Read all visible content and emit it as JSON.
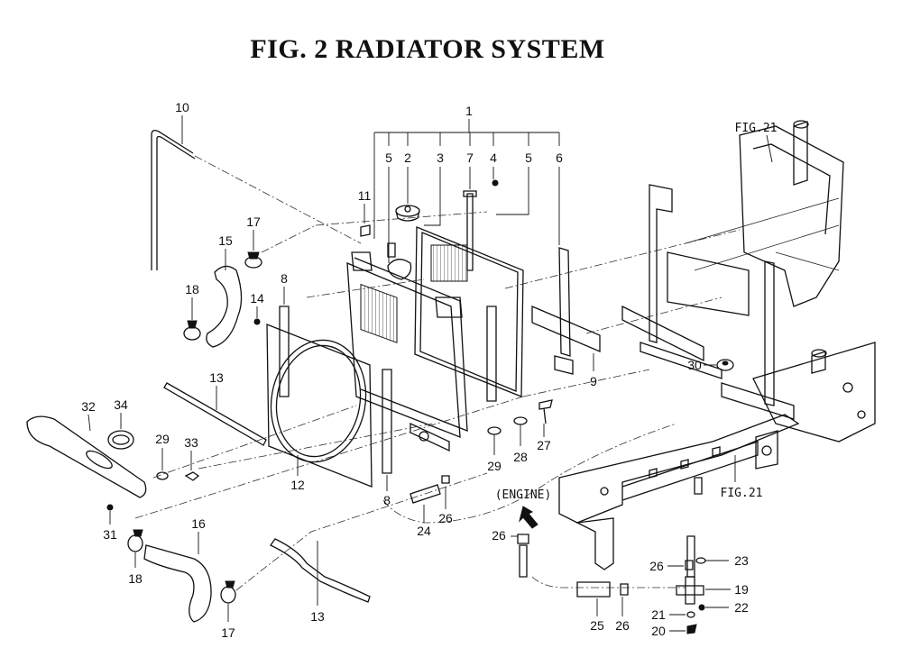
{
  "figure": {
    "title": "FIG.  2  RADIATOR SYSTEM"
  },
  "callouts": [
    {
      "id": "c1",
      "text": "1"
    },
    {
      "id": "c2",
      "text": "2"
    },
    {
      "id": "c3",
      "text": "3"
    },
    {
      "id": "c4",
      "text": "4"
    },
    {
      "id": "c5a",
      "text": "5"
    },
    {
      "id": "c5b",
      "text": "5"
    },
    {
      "id": "c6",
      "text": "6"
    },
    {
      "id": "c7",
      "text": "7"
    },
    {
      "id": "c8a",
      "text": "8"
    },
    {
      "id": "c8b",
      "text": "8"
    },
    {
      "id": "c9",
      "text": "9"
    },
    {
      "id": "c10",
      "text": "10"
    },
    {
      "id": "c11",
      "text": "11"
    },
    {
      "id": "c12",
      "text": "12"
    },
    {
      "id": "c13a",
      "text": "13"
    },
    {
      "id": "c13b",
      "text": "13"
    },
    {
      "id": "c14",
      "text": "14"
    },
    {
      "id": "c15",
      "text": "15"
    },
    {
      "id": "c16",
      "text": "16"
    },
    {
      "id": "c17a",
      "text": "17"
    },
    {
      "id": "c17b",
      "text": "17"
    },
    {
      "id": "c18a",
      "text": "18"
    },
    {
      "id": "c18b",
      "text": "18"
    },
    {
      "id": "c19",
      "text": "19"
    },
    {
      "id": "c20",
      "text": "20"
    },
    {
      "id": "c21",
      "text": "21"
    },
    {
      "id": "c22",
      "text": "22"
    },
    {
      "id": "c23",
      "text": "23"
    },
    {
      "id": "c24",
      "text": "24"
    },
    {
      "id": "c25",
      "text": "25"
    },
    {
      "id": "c26a",
      "text": "26"
    },
    {
      "id": "c26b",
      "text": "26"
    },
    {
      "id": "c26c",
      "text": "26"
    },
    {
      "id": "c26d",
      "text": "26"
    },
    {
      "id": "c27",
      "text": "27"
    },
    {
      "id": "c28",
      "text": "28"
    },
    {
      "id": "c29a",
      "text": "29"
    },
    {
      "id": "c29b",
      "text": "29"
    },
    {
      "id": "c30",
      "text": "30"
    },
    {
      "id": "c31",
      "text": "31"
    },
    {
      "id": "c32",
      "text": "32"
    },
    {
      "id": "c33",
      "text": "33"
    },
    {
      "id": "c34",
      "text": "34"
    }
  ],
  "references": {
    "fig21_top": "FIG.21",
    "fig21_right": "FIG.21",
    "engine": "(ENGINE)"
  }
}
